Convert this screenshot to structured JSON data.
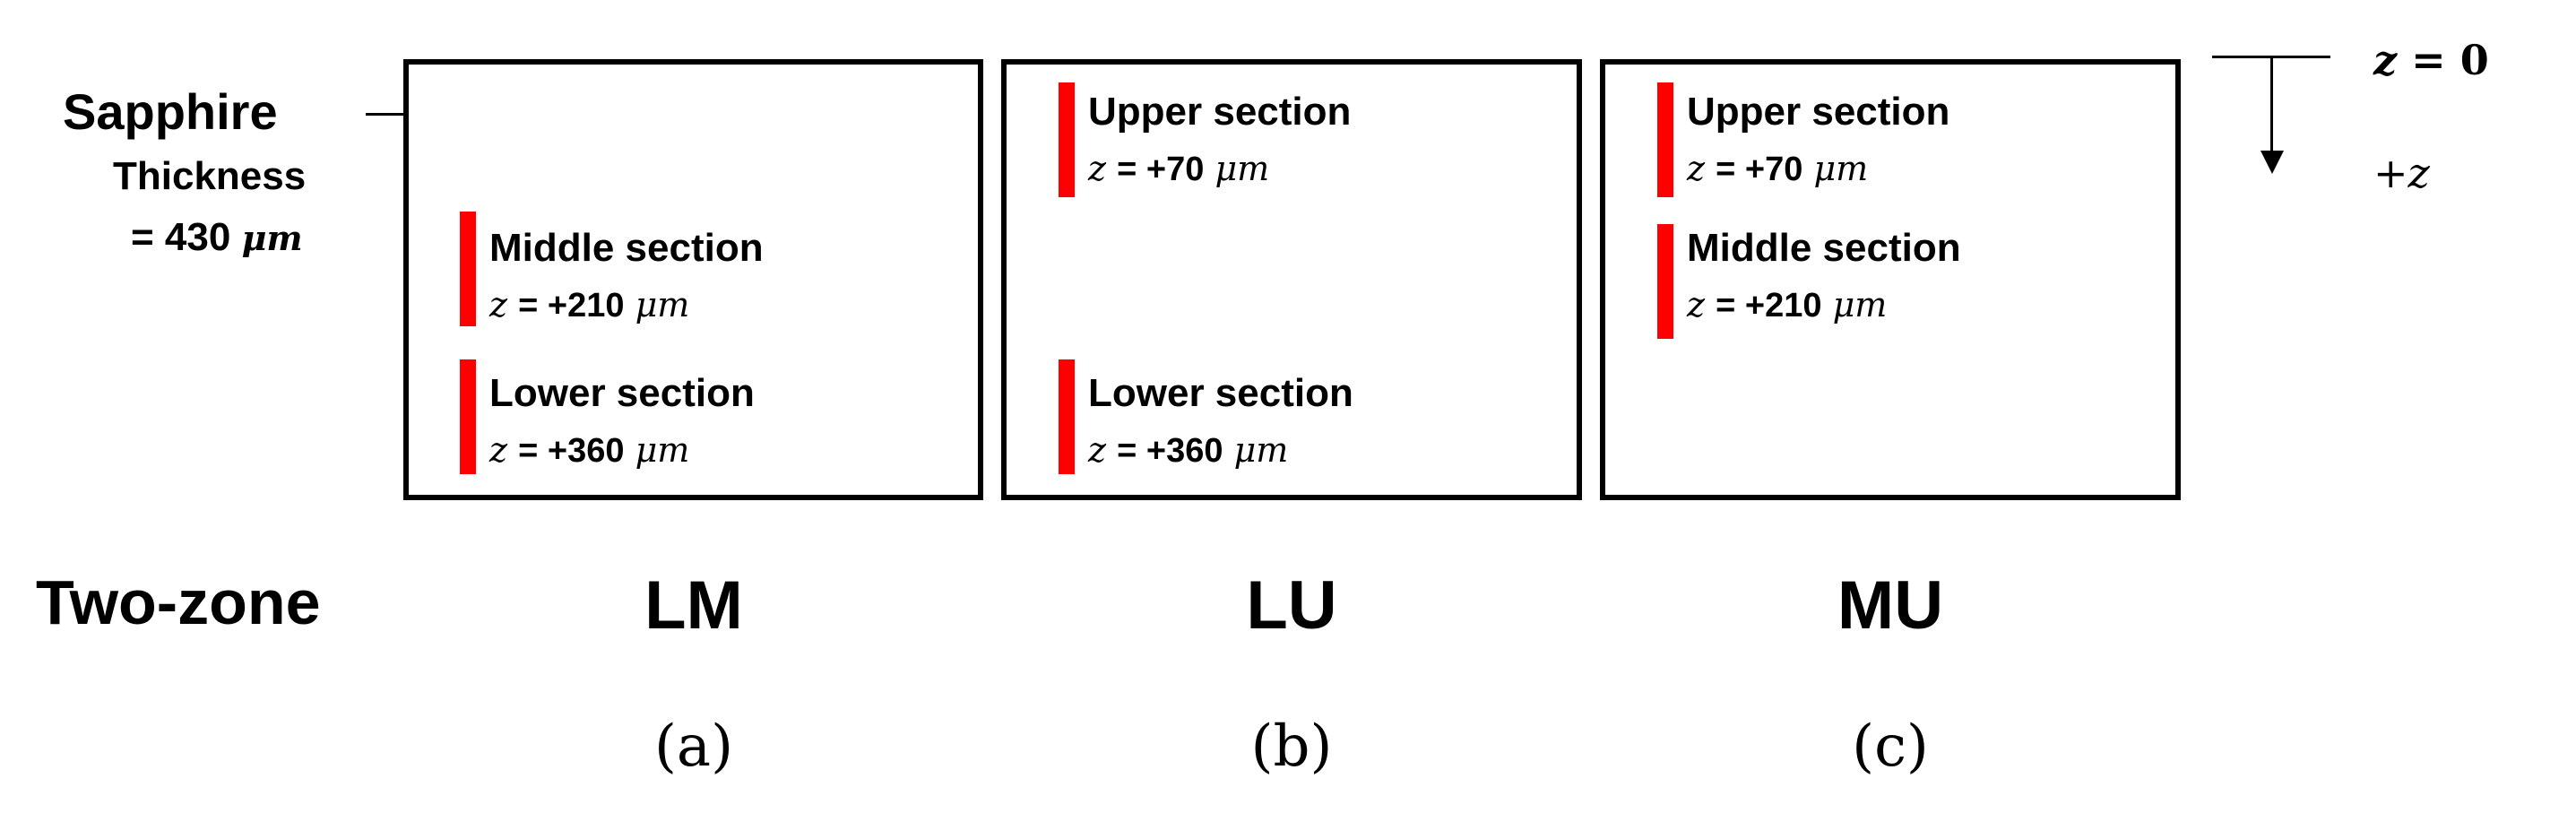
{
  "material": {
    "name": "Sapphire",
    "thickness_label": "Thickness",
    "thickness_prefix": "= 430",
    "thickness_unit": "μm"
  },
  "axis": {
    "origin_var": "z",
    "origin_eq": "=",
    "origin_val": "0",
    "direction_sign": "+",
    "direction_var": "z"
  },
  "row_label": "Two-zone",
  "panels": [
    {
      "code": "LM",
      "caption": "(a)",
      "sections": [
        {
          "title": "Middle section",
          "var": "z",
          "value": "= +210",
          "unit": "μm"
        },
        {
          "title": "Lower section",
          "var": "z",
          "value": "= +360",
          "unit": "μm"
        }
      ]
    },
    {
      "code": "LU",
      "caption": "(b)",
      "sections": [
        {
          "title": "Upper section",
          "var": "z",
          "value": "= +70",
          "unit": "μm"
        },
        {
          "title": "Lower section",
          "var": "z",
          "value": "= +360",
          "unit": "μm"
        }
      ]
    },
    {
      "code": "MU",
      "caption": "(c)",
      "sections": [
        {
          "title": "Upper section",
          "var": "z",
          "value": "= +70",
          "unit": "μm"
        },
        {
          "title": "Middle section",
          "var": "z",
          "value": "= +210",
          "unit": "μm"
        }
      ]
    }
  ],
  "colors": {
    "marker": "#ff0000",
    "outline": "#000000"
  }
}
